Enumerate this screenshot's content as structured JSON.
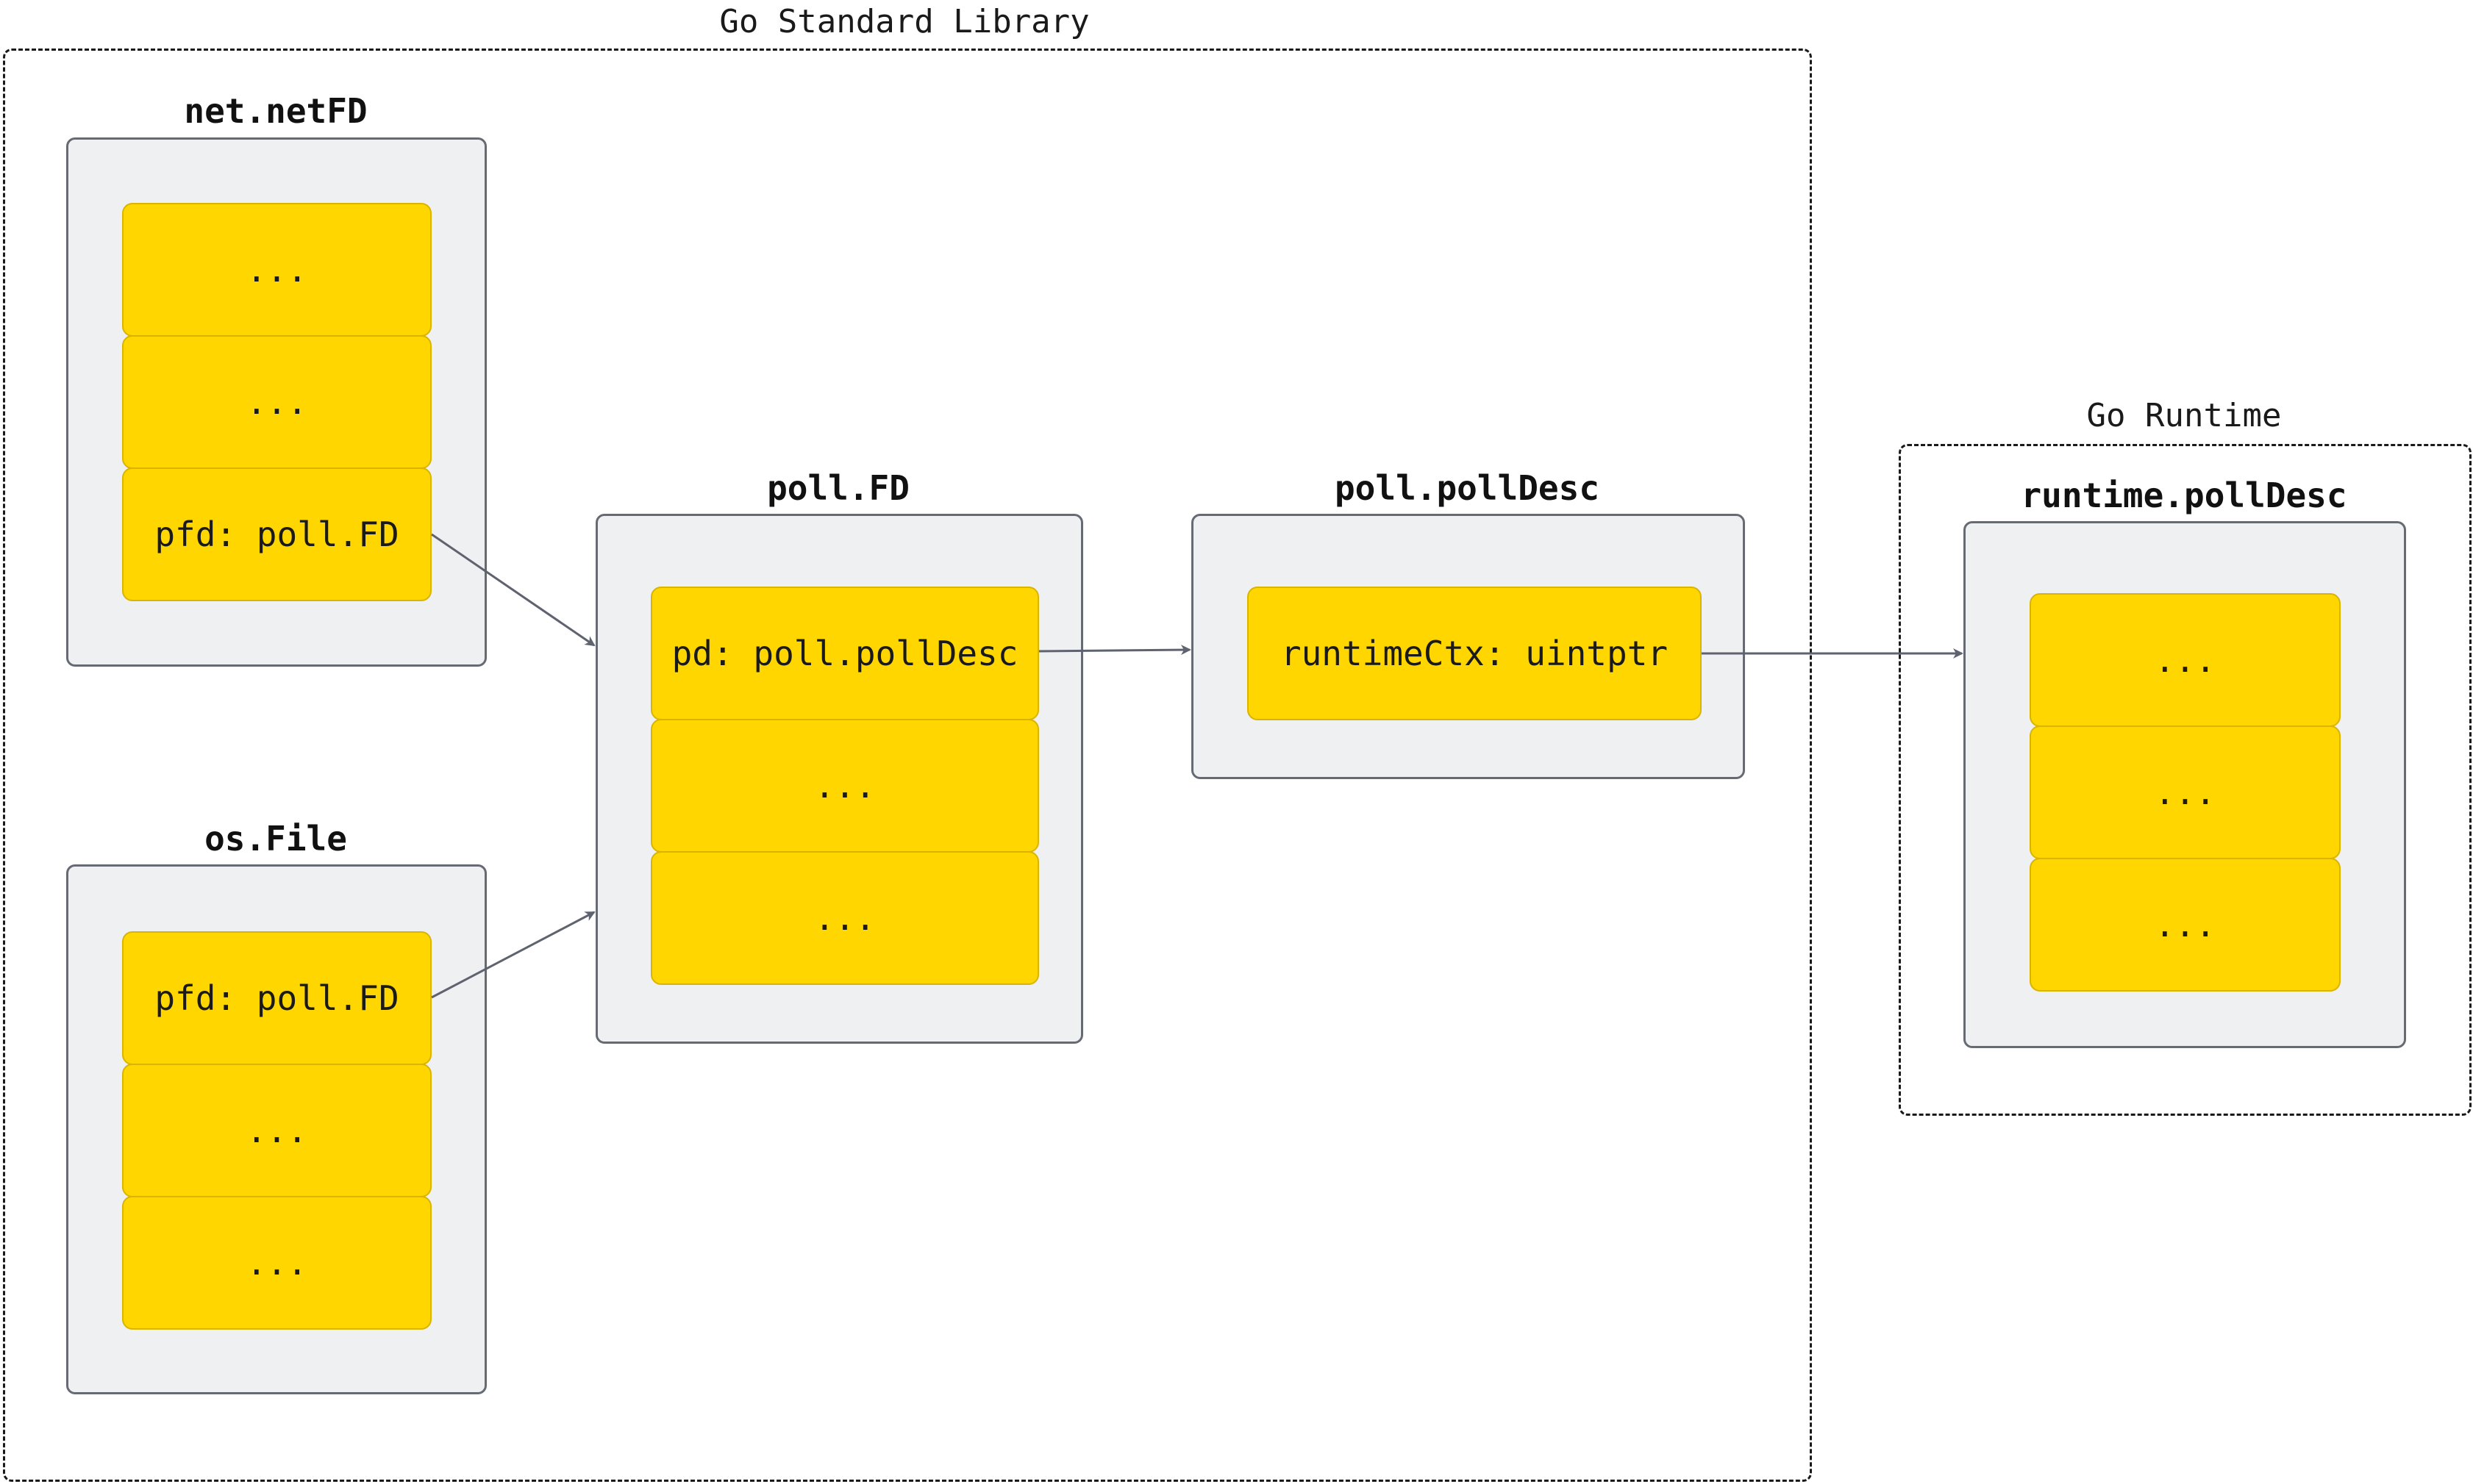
{
  "groups": {
    "stdlib_label": "Go Standard Library",
    "runtime_label": "Go Runtime"
  },
  "net_netfd": {
    "title": "net.netFD",
    "fields": [
      "...",
      "...",
      "pfd: poll.FD"
    ]
  },
  "os_file": {
    "title": "os.File",
    "fields": [
      "pfd: poll.FD",
      "...",
      "..."
    ]
  },
  "poll_fd": {
    "title": "poll.FD",
    "fields": [
      "pd: poll.pollDesc",
      "...",
      "..."
    ]
  },
  "poll_polldesc": {
    "title": "poll.pollDesc",
    "fields": [
      "runtimeCtx: uintptr"
    ]
  },
  "runtime_polldesc": {
    "title": "runtime.pollDesc",
    "fields": [
      "...",
      "...",
      "..."
    ]
  },
  "colors": {
    "field_fill": "#ffd600",
    "struct_fill": "#eff0f2",
    "arrow": "#5f6370"
  }
}
